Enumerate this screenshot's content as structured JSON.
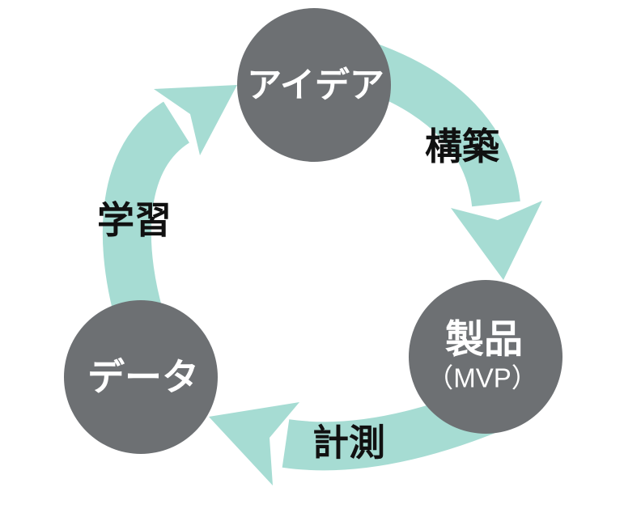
{
  "diagram": {
    "name": "lean-startup-feedback-loop",
    "nodes": [
      {
        "id": "idea",
        "label": "アイデア"
      },
      {
        "id": "product",
        "label": "製品",
        "sublabel": "（MVP）"
      },
      {
        "id": "data",
        "label": "データ"
      }
    ],
    "arrows": [
      {
        "id": "build",
        "label": "構築",
        "from": "idea",
        "to": "product"
      },
      {
        "id": "measure",
        "label": "計測",
        "from": "product",
        "to": "data"
      },
      {
        "id": "learn",
        "label": "学習",
        "from": "data",
        "to": "idea"
      }
    ],
    "colors": {
      "node_fill": "#6d7073",
      "node_text": "#ffffff",
      "arrow_fill": "#a6dcd3",
      "label_text": "#111111",
      "background": "#ffffff"
    }
  }
}
